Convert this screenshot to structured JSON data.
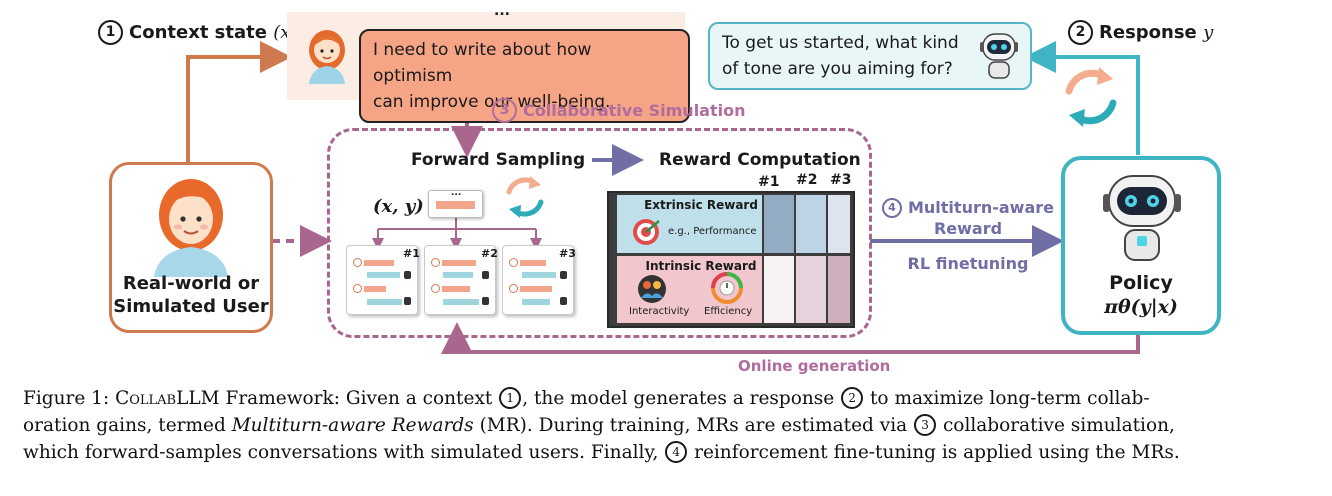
{
  "steps": {
    "context": {
      "num": "1",
      "label": "Context state",
      "math": "(x)"
    },
    "response": {
      "num": "2",
      "label": "Response",
      "math": "y"
    },
    "collab": {
      "num": "3",
      "label": "Collaborative Simulation"
    },
    "multiturn": {
      "num": "4",
      "line1": "Multiturn-aware",
      "line2": "Reward"
    }
  },
  "user_message": {
    "ellipsis": "...",
    "line1": "I need to write about how optimism",
    "line2": "can improve our well-being."
  },
  "bot_message": {
    "line1": "To get us started, what kind",
    "line2": "of tone are you aiming for?"
  },
  "user_card": {
    "line1": "Real-world or",
    "line2": "Simulated User"
  },
  "policy_card": {
    "line1": "Policy",
    "formula": "πθ(y|x)"
  },
  "sim": {
    "forward_sampling": "Forward Sampling",
    "reward_computation": "Reward Computation",
    "xy": "(x, y)",
    "xy_dots": "...",
    "samples": [
      "#1",
      "#2",
      "#3"
    ],
    "columns": [
      "#1",
      "#2",
      "#3"
    ],
    "extrinsic": {
      "title": "Extrinsic Reward",
      "example": "e.g., Performance"
    },
    "intrinsic": {
      "title": "Intrinsic Reward",
      "a": "Interactivity",
      "b": "Efficiency"
    }
  },
  "rl_label": "RL finetuning",
  "online_label": "Online generation",
  "caption": {
    "line1a": "Figure 1: C",
    "line1sc": "ollab",
    "line1b": "LLM Framework: Given a context ",
    "c1": "1",
    "line1c": ", the model generates a response ",
    "c2": "2",
    "line1d": " to maximize long-term collab-",
    "line2a": "oration gains, termed ",
    "line2em": "Multiturn-aware Rewards",
    "line2b": " (MR). During training, MRs are estimated via ",
    "c3": "3",
    "line2c": " collaborative simulation,",
    "line3a": "which forward-samples conversations with simulated users. Finally, ",
    "c4": "4",
    "line3b": " reinforcement fine-tuning is applied using the MRs."
  },
  "colors": {
    "orange": "#cf7a4e",
    "teal": "#3fb4c2",
    "purple": "#a9678e",
    "slate": "#6f6fa5"
  }
}
